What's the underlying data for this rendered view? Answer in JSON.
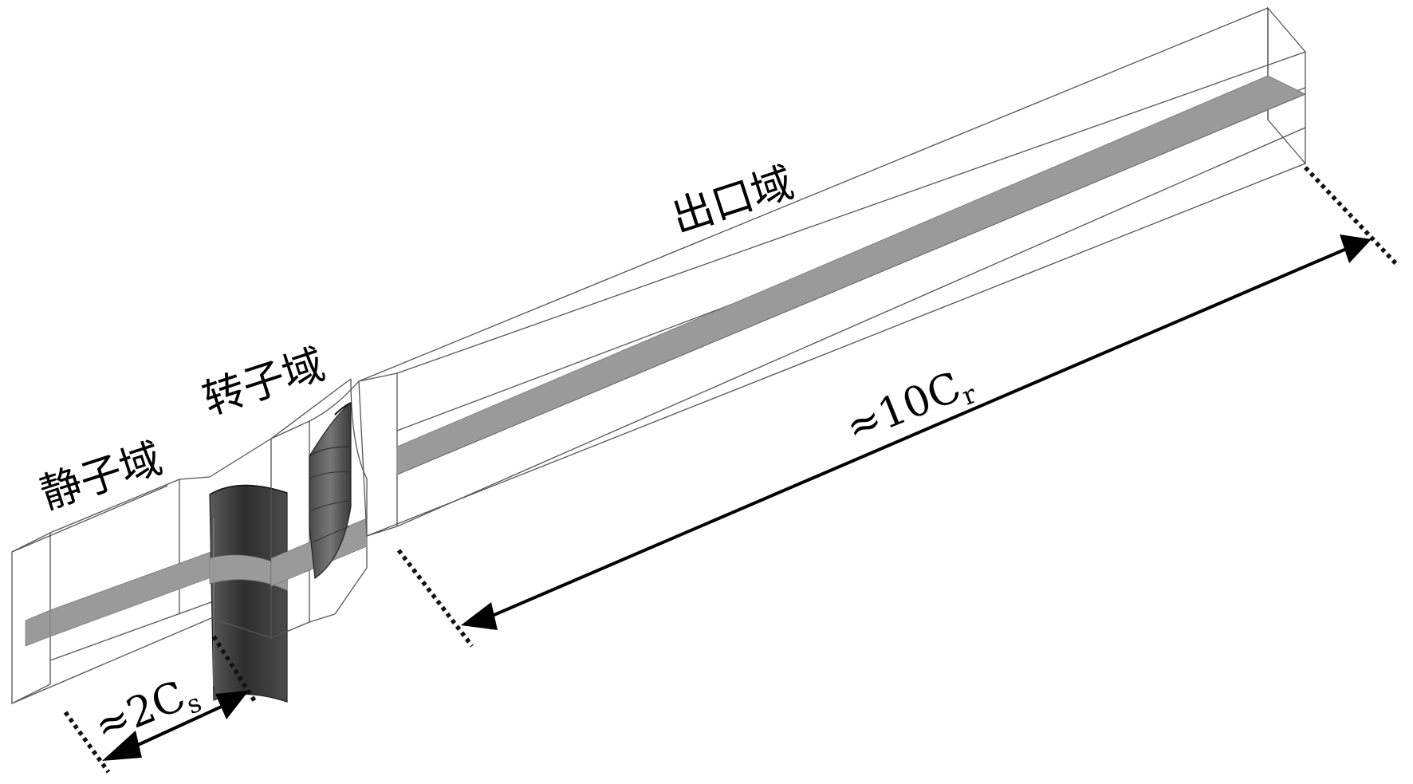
{
  "labels": {
    "stator_domain": "静子域",
    "rotor_domain": "转子域",
    "outlet_domain": "出口域"
  },
  "dimensions": {
    "stator": {
      "approx": "≈2C",
      "subscript": "s"
    },
    "outlet": {
      "approx": "≈10C",
      "subscript": "r"
    }
  },
  "colors": {
    "background": "#ffffff",
    "midspan_surface": "#9a9a9a",
    "blade_dark": "#3a3a3a",
    "outline": "#555555",
    "annotation": "#000000"
  }
}
